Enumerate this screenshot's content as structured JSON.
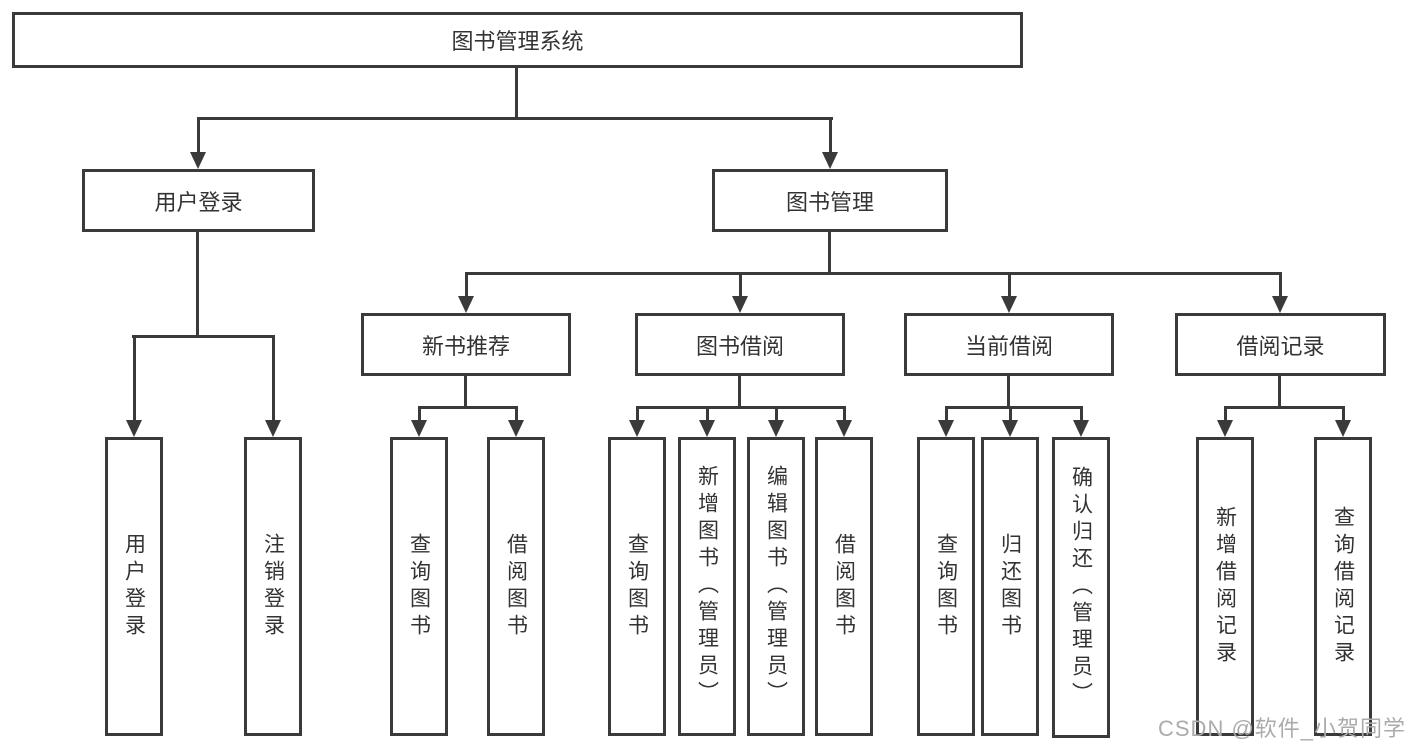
{
  "diagram": {
    "root": {
      "label": "图书管理系统"
    },
    "nodes": {
      "user_login": {
        "label": "用户登录"
      },
      "book_mgmt": {
        "label": "图书管理"
      },
      "new_book": {
        "label": "新书推荐"
      },
      "book_borrow": {
        "label": "图书借阅"
      },
      "current_borrow": {
        "label": "当前借阅"
      },
      "borrow_records": {
        "label": "借阅记录"
      }
    },
    "leaves": {
      "login_user": "用户登录",
      "login_logout": "注销登录",
      "newbook_query": "查询图书",
      "newbook_borrow": "借阅图书",
      "borrow_query": "查询图书",
      "borrow_add_admin": "新增图书（管理员）",
      "borrow_edit_admin": "编辑图书（管理员）",
      "borrow_borrow": "借阅图书",
      "current_query": "查询图书",
      "current_return": "归还图书",
      "current_confirm_admin": "确认归还（管理员）",
      "records_add": "新增借阅记录",
      "records_query": "查询借阅记录"
    }
  },
  "watermark": {
    "text": "CSDN @软件_小贺同学"
  },
  "colors": {
    "line": "#3a3a3a",
    "text": "#333333",
    "background": "#ffffff",
    "watermark": "#ababab"
  }
}
